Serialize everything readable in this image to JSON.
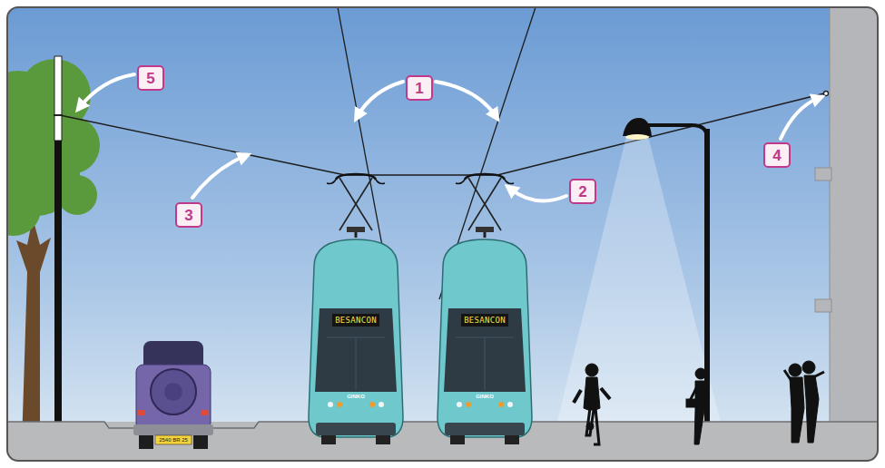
{
  "diagram": {
    "nodes": [
      {
        "text": [
          "1"
        ]
      },
      {
        "text": [
          "2"
        ]
      },
      {
        "text": [
          "3"
        ]
      },
      {
        "text": [
          "4"
        ]
      },
      {
        "text": [
          "5"
        ]
      }
    ],
    "labels": [
      "BESANCON",
      "BESANCON",
      "GINKO",
      "GINKO",
      "2540 BR 25"
    ]
  }
}
